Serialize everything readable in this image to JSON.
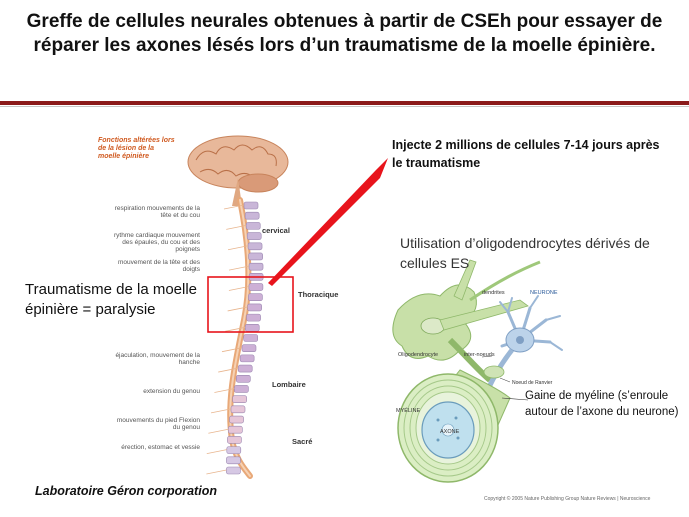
{
  "title": "Greffe de cellules neurales obtenues à partir de CSEh pour essayer de réparer les axones lésés lors d’un traumatisme de la moelle épinière.",
  "inject_text": "Injecte 2 millions de cellules 7-14 jours après le traumatisme",
  "trauma_text": "Traumatisme de la moelle épinière = paralysie",
  "oligo_text": "Utilisation d’oligodendrocytes dérivés de cellules ES",
  "myelin_text": "Gaine de myéline (s’enroule autour de l’axone du neurone)",
  "lab_text": "Laboratoire Géron corporation",
  "spine_figure": {
    "heading": "Fonctions altérées lors de la lésion de la moelle épinière",
    "function_labels": [
      "respiration mouvements de la tête et du cou",
      "rythme cardiaque mouvement des épaules, du cou et des poignets",
      "mouvement de la tête et des doigts",
      "éjaculation, mouvement de la hanche",
      "extension du genou",
      "mouvements du pied Flexion du genou",
      "érection, estomac et vessie"
    ],
    "segments": [
      "cervical",
      "Thoracique",
      "Lombaire",
      "Sacré"
    ]
  },
  "cell_figure": {
    "labels": {
      "dendrites": "dendrites",
      "neurone": "NEURONE",
      "oligodendrocyte": "Oligodendrocyte",
      "internoeuds": "inter-noeuds",
      "ranvier": "Noeud de Ranvier",
      "myeline": "MYÉLINE",
      "axone": "AXONE"
    },
    "copyright": "Copyright © 2005 Nature Publishing Group Nature Reviews | Neuroscience"
  },
  "colors": {
    "title_rule": "#8b1a1a",
    "highlight_box": "#e8141c",
    "pointer": "#e8141c",
    "cell_green": "#c8e0a8",
    "axon_blue": "#bfe0ee"
  }
}
